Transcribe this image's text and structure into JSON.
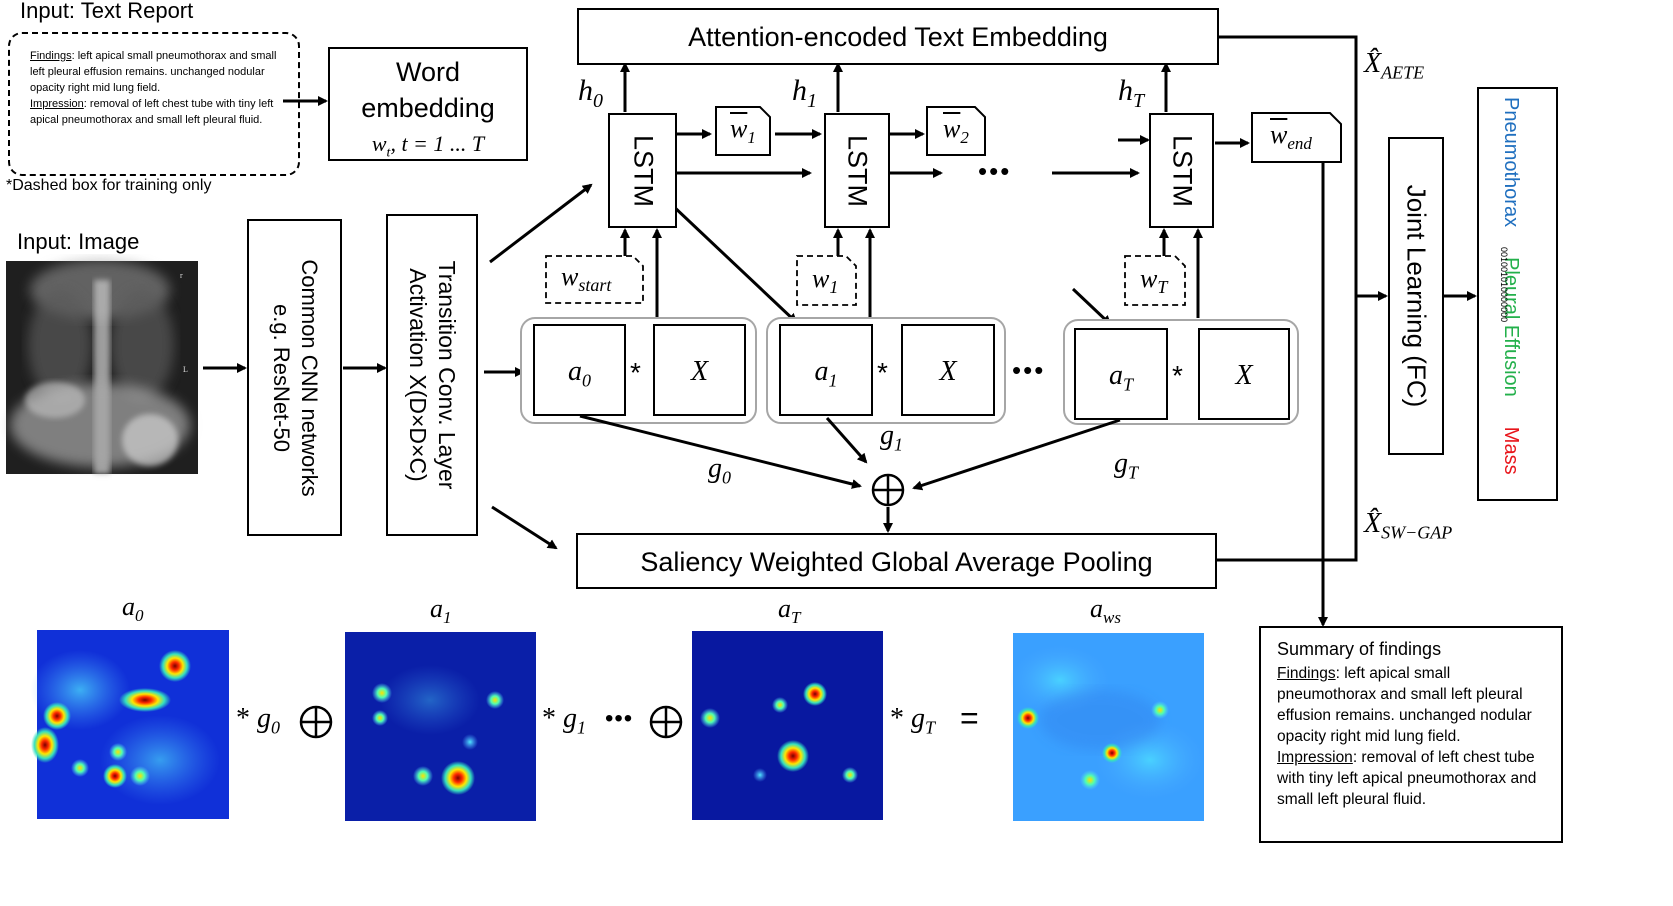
{
  "text_report": {
    "title": "Input: Text Report",
    "findings_label": "Findings",
    "findings_text": ": left apical small pneumothorax and small left pleural effusion remains. unchanged nodular opacity right mid lung field.",
    "impression_label": "Impression",
    "impression_text": ": removal of left chest tube with tiny left apical  pneumothorax and small left pleural fluid.",
    "dashed_note": "*Dashed box for training only"
  },
  "word_embedding": {
    "line1": "Word",
    "line2": "embedding",
    "formula": "w_t, t = 1 ... T"
  },
  "input_image": {
    "title": "Input: Image"
  },
  "cnn_box": {
    "line1": "Common CNN networks",
    "line2": "e.g. ResNet-50"
  },
  "transition_box": {
    "line1": "Transition Conv. Layer",
    "line2": "Activation X(D×D×C)"
  },
  "aete_box": {
    "label": "Attention-encoded Text Embedding"
  },
  "swgap_box": {
    "label": "Saliency Weighted Global Average Pooling"
  },
  "joint_box": {
    "label": "Joint Learning (FC)"
  },
  "output_box": {
    "labels": [
      {
        "text": "Pneumothorax",
        "color": "#1f6fbf"
      },
      {
        "text": "Pleural Effusion",
        "color": "#23b04b"
      },
      {
        "text": "Mass",
        "color": "#e8141a"
      }
    ],
    "binary": "001001010000000"
  },
  "lstm": {
    "label": "LSTM",
    "dots": "•••"
  },
  "symbols": {
    "hidden": [
      "h0",
      "h1",
      "hT"
    ],
    "w_bar": [
      "w1",
      "w2",
      "wend"
    ],
    "w_in": [
      "wstart",
      "w1",
      "wT"
    ],
    "attn": [
      "a0",
      "a1",
      "aT"
    ],
    "x": "X",
    "gates": [
      "g0",
      "g1",
      "gT"
    ]
  },
  "outputs": {
    "aete": "X_AETE",
    "swgap": "X_SW-GAP"
  },
  "heatmaps": {
    "labels": [
      "a0",
      "a1",
      "aT",
      "aws"
    ],
    "ops": [
      "* g0",
      "* g1",
      "* gT",
      "="
    ]
  },
  "summary": {
    "title": "Summary of findings",
    "findings_label": "Findings",
    "findings_text": ": left apical small pneumothorax and small left pleural effusion remains. unchanged nodular opacity right mid lung field.",
    "impression_label": "Impression",
    "impression_text": ": removal of left chest tube with tiny left apical pneumothorax and small left pleural fluid."
  },
  "colors": {
    "heat_low": "#0a1fa8",
    "heat_high": "#b00000"
  }
}
